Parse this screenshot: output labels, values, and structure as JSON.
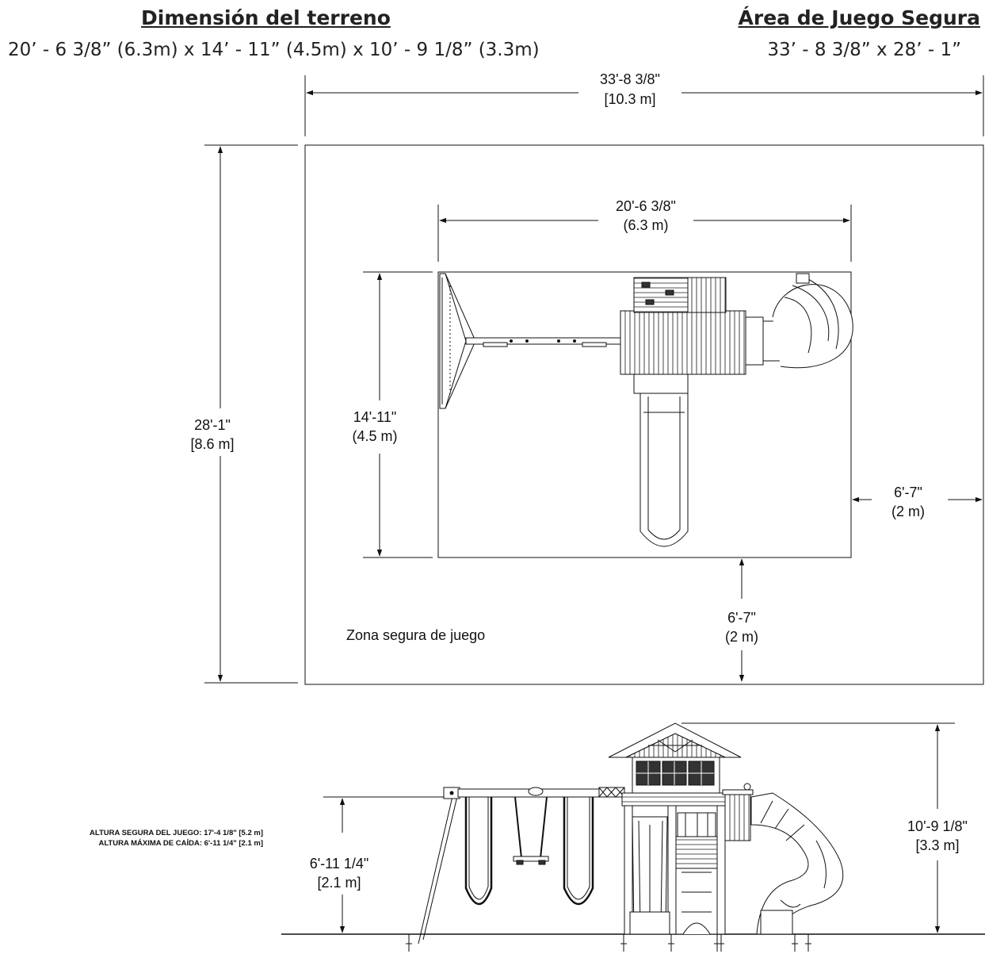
{
  "header": {
    "left_title": "Dimensión del terreno",
    "left_subtitle": "20’ - 6 3/8” (6.3m) x 14’ - 11” (4.5m) x 10’ - 9 1/8” (3.3m)",
    "right_title": "Área de Juego Segura",
    "right_subtitle": "33’ - 8 3/8” x 28’ - 1”"
  },
  "plan_view": {
    "overall_width": {
      "imperial": "33'-8 3/8\"",
      "metric": "[10.3 m]"
    },
    "overall_depth": {
      "imperial": "28'-1\"",
      "metric": "[8.6 m]"
    },
    "footprint_width": {
      "imperial": "20'-6 3/8\"",
      "metric": "(6.3 m)"
    },
    "footprint_depth": {
      "imperial": "14'-11\"",
      "metric": "(4.5 m)"
    },
    "side_clearance": {
      "imperial": "6'-7\"",
      "metric": "(2 m)"
    },
    "front_clearance": {
      "imperial": "6'-7\"",
      "metric": "(2 m)"
    },
    "zone_label": "Zona segura de juego"
  },
  "elevation_view": {
    "safe_height_note": "ALTURA SEGURA DEL JUEGO: 17'-4 1/8\" [5.2 m]",
    "max_fall_note": "ALTURA MÁXIMA DE CAÍDA: 6'-11 1/4\" [2.1 m]",
    "beam_height": {
      "imperial": "6'-11 1/4\"",
      "metric": "[2.1 m]"
    },
    "total_height": {
      "imperial": "10'-9 1/8\"",
      "metric": "[3.3 m]"
    }
  }
}
